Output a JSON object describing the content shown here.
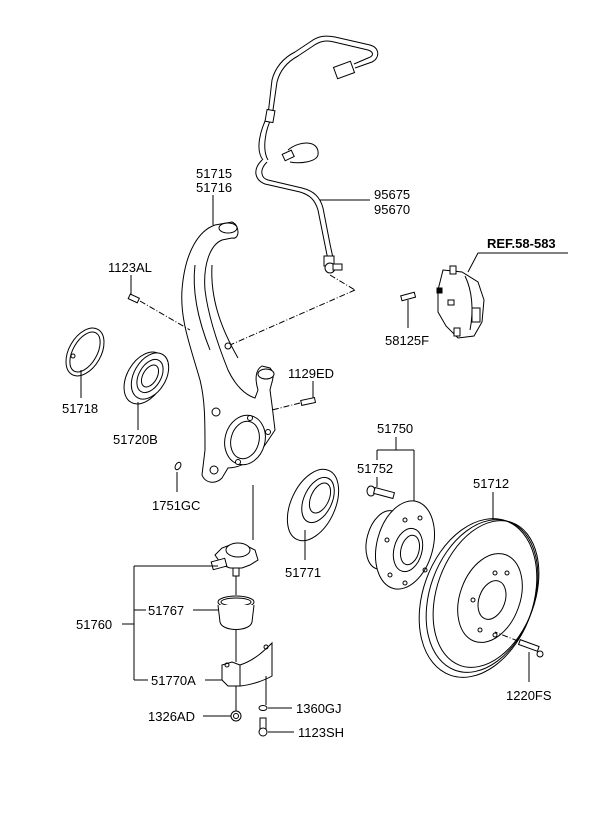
{
  "diagram": {
    "title": "Front Axle / Knuckle / Hub Parts Diagram",
    "reference": "REF.58-583",
    "labels": {
      "knuckle_lh": "51715",
      "knuckle_rh": "51716",
      "wheel_speed_sensor_a": "95675",
      "wheel_speed_sensor_b": "95670",
      "bolt_1123AL": "1123AL",
      "snap_ring": "51718",
      "bearing": "51720B",
      "bolt_1129ED": "1129ED",
      "plug_1751GC": "1751GC",
      "caliper_bolt": "58125F",
      "hub_assy": "51750",
      "hub_bolt": "51752",
      "disc": "51712",
      "dust_cover": "51771",
      "ball_joint_assy": "51760",
      "dust_boot": "51767",
      "cover_51770A": "51770A",
      "nut_1326AD": "1326AD",
      "clip_1360GJ": "1360GJ",
      "bolt_1123SH": "1123SH",
      "disc_screw": "1220FS"
    }
  }
}
